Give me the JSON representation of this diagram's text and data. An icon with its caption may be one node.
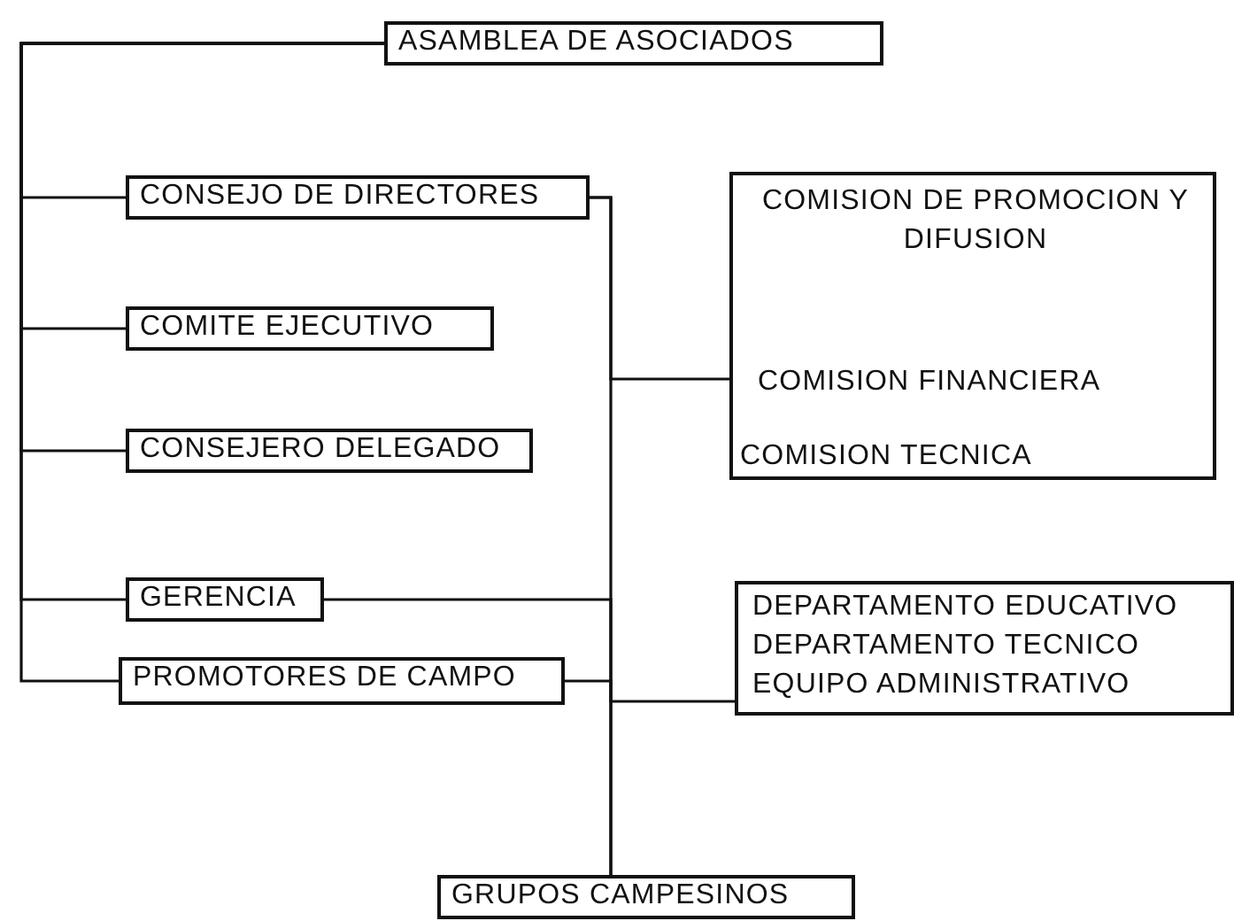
{
  "diagram": {
    "nodes": [
      {
        "text": [
          "ASAMBLEA DE ASOCIADOS"
        ]
      },
      {
        "text": [
          "CONSEJO DE DIRECTORES"
        ]
      },
      {
        "text": [
          "COMITE EJECUTIVO"
        ]
      },
      {
        "text": [
          "CONSEJERO DELEGADO"
        ]
      },
      {
        "text": [
          "GERENCIA"
        ]
      },
      {
        "text": [
          "PROMOTORES DE CAMPO"
        ]
      },
      {
        "text": [
          "COMISION DE PROMOCION Y DIFUSION",
          "COMISION FINANCIERA",
          "COMISION TECNICA"
        ]
      },
      {
        "text": [
          "DEPARTAMENTO EDUCATIVO",
          "DEPARTAMENTO TECNICO",
          "EQUIPO ADMINISTRATIVO"
        ]
      },
      {
        "text": [
          "GRUPOS CAMPESINOS"
        ]
      }
    ],
    "edges": [
      {
        "from": 0,
        "to": 1,
        "arrow": "none"
      },
      {
        "from": 0,
        "to": 2,
        "arrow": "none"
      },
      {
        "from": 0,
        "to": 3,
        "arrow": "none"
      },
      {
        "from": 0,
        "to": 4,
        "arrow": "none"
      },
      {
        "from": 0,
        "to": 5,
        "arrow": "none"
      },
      {
        "from": 1,
        "to": 6,
        "arrow": "none"
      },
      {
        "from": 1,
        "to": 8,
        "arrow": "none"
      },
      {
        "from": 4,
        "to": 8,
        "arrow": "none"
      },
      {
        "from": 5,
        "to": 7,
        "arrow": "none"
      }
    ]
  }
}
